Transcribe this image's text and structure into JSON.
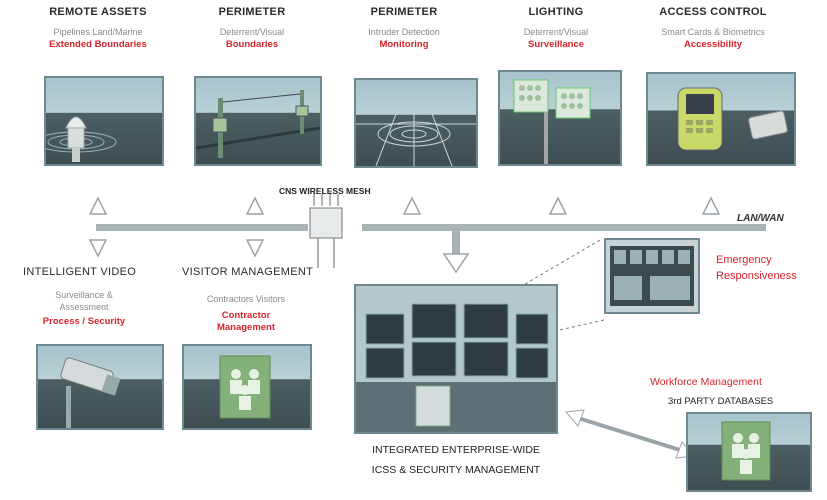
{
  "top": [
    {
      "title": "REMOTE ASSETS",
      "sub": "Pipelines Land/Marine",
      "red": "Extended Boundaries"
    },
    {
      "title": "PERIMETER",
      "sub": "Deterrent/Visual",
      "red": "Boundaries"
    },
    {
      "title": "PERIMETER",
      "sub": "Intruder Detection",
      "red": "Monitoring"
    },
    {
      "title": "LIGHTING",
      "sub": "Deterrent/Visual",
      "red": "Surveillance"
    },
    {
      "title": "ACCESS CONTROL",
      "sub": "Smart Cards & Biometrics",
      "red": "Accessibility"
    }
  ],
  "mesh_label": "CNS WIRELESS MESH",
  "lanwan_label": "LAN/WAN",
  "video": {
    "title": "INTELLIGENT VIDEO",
    "sub1": "Surveillance &",
    "sub2": "Assessment",
    "red": "Process / Security"
  },
  "visitor": {
    "title": "VISITOR MANAGEMENT",
    "sub": "Contractors Visitors",
    "red1": "Contractor",
    "red2": "Management"
  },
  "emergency": {
    "line1": "Emergency",
    "line2": "Responsiveness"
  },
  "workforce": {
    "red": "Workforce Management",
    "third_party": "3rd PARTY DATABASES"
  },
  "center": {
    "line1": "INTEGRATED ENTERPRISE-WIDE",
    "line2": "ICSS & SECURITY MANAGEMENT"
  },
  "colors": {
    "accent_red": "#d8252c",
    "panel_border": "#6e8890",
    "bus": "#9aa4a8"
  }
}
